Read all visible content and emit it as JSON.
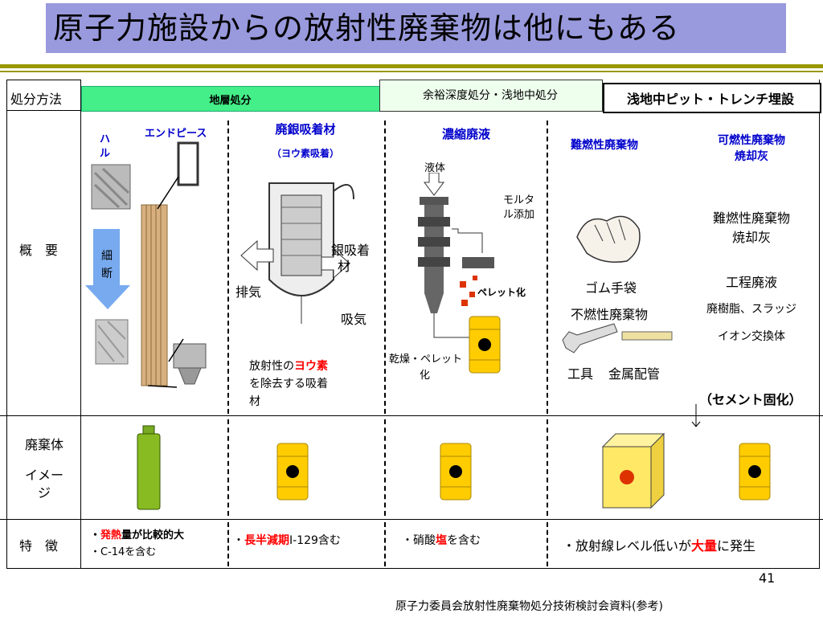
{
  "title": "原子力施設からの放射性廃棄物は他にもある",
  "row_labels": {
    "method": "処分方法",
    "overview": "概　要",
    "waste_l1": "廃棄体",
    "waste_l2": "イメー",
    "waste_l3": "ジ",
    "feature": "特　徴"
  },
  "headers": {
    "geological": "地層処分",
    "margin": "余裕深度処分・浅地中処分",
    "pit": "浅地中ピット・トレンチ埋設"
  },
  "col1": {
    "hull_a": "ハ",
    "hull_b": "ル",
    "endpiece": "エンドピース",
    "cut_a": "細",
    "cut_b": "断"
  },
  "col2": {
    "title": "廃銀吸着材",
    "subtitle": "（ヨウ素吸着）",
    "silver_a": "銀吸着",
    "silver_b": "材",
    "exhaust": "排気",
    "intake": "吸気",
    "desc_1a": "放射性の",
    "desc_1b": "ヨウ素",
    "desc_2": "を除去する吸着",
    "desc_3": "材"
  },
  "col3": {
    "title": "濃縮廃液",
    "liquid": "液体",
    "mortar_a": "モルタ",
    "mortar_b": "ル添加",
    "pellet": "ペレット化",
    "dry_a": "乾燥・ペレット",
    "dry_b": "化"
  },
  "col4": {
    "title": "難燃性廃棄物",
    "glove": "ゴム手袋",
    "noncomb": "不燃性廃棄物",
    "tool": "工具",
    "pipe": "金属配管"
  },
  "col5": {
    "title_a": "可燃性廃棄物",
    "title_b": "焼却灰",
    "ash_a": "難燃性廃棄物",
    "ash_b": "焼却灰",
    "liquid": "工程廃液",
    "resin": "廃樹脂、スラッジ",
    "ion": "イオン交換体",
    "cement": "（セメント固化）"
  },
  "features": {
    "f1_a_pre": "・",
    "f1_a_red": "発熱",
    "f1_a_post": "量が比較的大",
    "f1_b": "・C-14を含む",
    "f2_pre": "・",
    "f2_red": "長半減期",
    "f2_post": "I-129含む",
    "f3_pre": "・硝酸",
    "f3_red": "塩",
    "f3_post": "を含む",
    "f4_pre": "・放射線レベル低いが",
    "f4_red": "大量",
    "f4_post": "に発生"
  },
  "page_number": "41",
  "source": "原子力委員会放射性廃棄物処分技術検討会資料(参考)",
  "colors": {
    "title_bg": "#9999dd",
    "rule": "#999900",
    "green": "#44ee88",
    "drum": "#ffcc00",
    "accent_red": "#ff0000"
  }
}
